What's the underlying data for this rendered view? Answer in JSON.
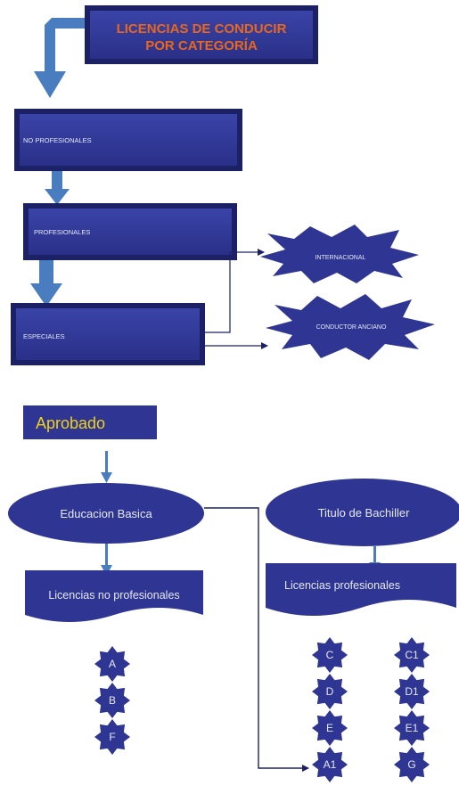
{
  "top_diagram": {
    "title_line1": "LICENCIAS DE CONDUCIR",
    "title_line2": "POR CATEGORÍA",
    "box_no_profesionales": "NO PROFESIONALES",
    "box_profesionales": "PROFESIONALES",
    "box_especiales": "ESPECIALES",
    "star_internacional": "INTERNACIONAL",
    "star_conductor_anciano": "CONDUCTOR ANCIANO"
  },
  "bottom_diagram": {
    "aprobado": "Aprobado",
    "educacion_basica": "Educacion Basica",
    "titulo_bachiller": "Titulo de Bachiller",
    "licencias_no_profesionales": "Licencias no profesionales",
    "licencias_profesionales": "Licencias profesionales",
    "categories_left": [
      "A",
      "B",
      "F"
    ],
    "categories_middle": [
      "C",
      "D",
      "E",
      "A1"
    ],
    "categories_right": [
      "C1",
      "D1",
      "E1",
      "G"
    ]
  },
  "colors": {
    "shape_fill": "#2e3592",
    "shape_fill_light": "#3a44a8",
    "bevel_dark": "#1c2166",
    "arrow_blue": "#4a7dc0",
    "title_text": "#e8671c",
    "light_text": "#e6e8f5",
    "aprobado_text": "#f0d21a"
  }
}
